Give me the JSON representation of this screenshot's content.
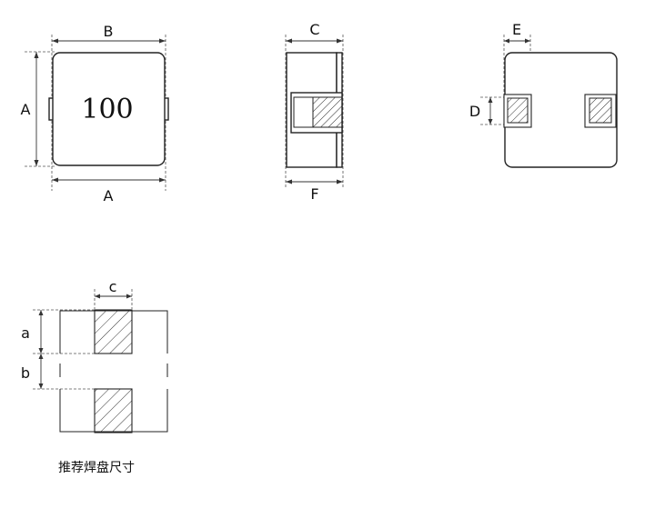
{
  "labels": {
    "front_width": "B",
    "front_height": "A",
    "front_bottom_width": "A",
    "marking": "100",
    "side_width": "C",
    "side_bottom_width": "F",
    "bottom_terminal_width": "E",
    "bottom_terminal_height": "D",
    "pad_width": "c",
    "pad_length": "a",
    "pad_gap": "b"
  },
  "caption": "推荐焊盘尺寸"
}
